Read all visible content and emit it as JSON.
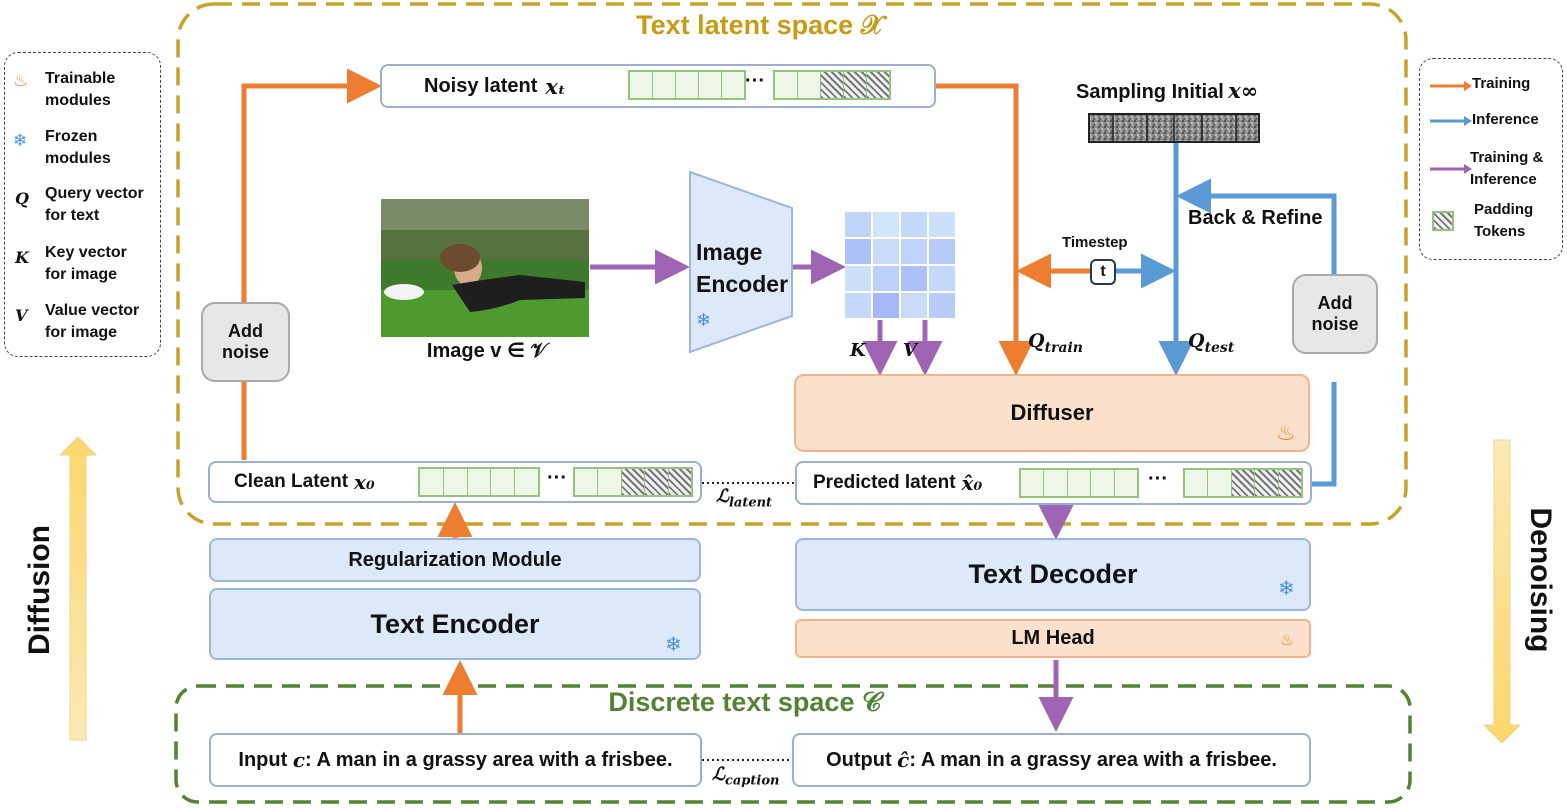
{
  "colors": {
    "training": "#ed7d31",
    "inference": "#5b9bd5",
    "training_inference": "#a064b4",
    "latent_frame": "#c9a227",
    "discrete_frame": "#548235"
  },
  "text_latent_space": {
    "title": "Text latent space 𝒳"
  },
  "discrete_text_space": {
    "title": "Discrete text space 𝒞"
  },
  "noisy_latent": {
    "label": "Noisy latent",
    "symbol": "xₜ",
    "ellipsis": "···"
  },
  "sampling_initial": {
    "label": "Sampling Initial",
    "symbol": "x∞"
  },
  "image": {
    "caption": "Image v ∈ 𝒱"
  },
  "image_encoder": {
    "line1": "Image",
    "line2": "Encoder"
  },
  "kv": {
    "k": "K",
    "v": "V"
  },
  "timestep": {
    "label": "Timestep",
    "t": "t"
  },
  "q_train": "Q",
  "q_train_sub": "train",
  "q_test": "Q",
  "q_test_sub": "test",
  "back_refine": "Back & Refine",
  "add_noise_left": {
    "line1": "Add",
    "line2": "noise"
  },
  "add_noise_right": {
    "line1": "Add",
    "line2": "noise"
  },
  "diffuser": {
    "label": "Diffuser"
  },
  "clean_latent": {
    "label": "Clean Latent",
    "symbol": "x₀",
    "ellipsis": "···"
  },
  "predicted_latent": {
    "label": "Predicted latent",
    "symbol": "x̂₀",
    "ellipsis": "···"
  },
  "loss_latent": {
    "symbol": "ℒ",
    "sub": "latent"
  },
  "loss_caption": {
    "symbol": "ℒ",
    "sub": "caption"
  },
  "regularization_module": "Regularization Module",
  "text_encoder": "Text Encoder",
  "text_decoder": "Text Decoder",
  "lm_head": "LM Head",
  "input_caption": {
    "prefix": "Input",
    "symbol": "c",
    "text": ": A man in a grassy area with a frisbee."
  },
  "output_caption": {
    "prefix": "Output",
    "symbol": "ĉ",
    "text": ": A man in a grassy area with a frisbee."
  },
  "side_labels": {
    "diffusion": "Diffusion",
    "denoising": "Denoising"
  },
  "legend_left": [
    {
      "icon": "flame-icon",
      "symbol": "",
      "line1": "Trainable",
      "line2": "modules"
    },
    {
      "icon": "snowflake-icon",
      "symbol": "",
      "line1": "Frozen",
      "line2": "modules"
    },
    {
      "icon": "",
      "symbol": "Q",
      "line1": "Query vector",
      "line2": "for text"
    },
    {
      "icon": "",
      "symbol": "K",
      "line1": "Key vector",
      "line2": "for image"
    },
    {
      "icon": "",
      "symbol": "V",
      "line1": "Value vector",
      "line2": "for image"
    }
  ],
  "legend_right": [
    {
      "icon": "orange-arrow-icon",
      "line1": "Training",
      "line2": ""
    },
    {
      "icon": "blue-arrow-icon",
      "line1": "Inference",
      "line2": ""
    },
    {
      "icon": "purple-arrow-icon",
      "line1": "Training &",
      "line2": "Inference"
    },
    {
      "icon": "padding-token-icon",
      "line1": "Padding",
      "line2": "Tokens"
    }
  ],
  "kv_matrix": [
    [
      0.35,
      0.15,
      0.3,
      0.2
    ],
    [
      0.6,
      0.25,
      0.35,
      0.45
    ],
    [
      0.2,
      0.4,
      0.6,
      0.3
    ],
    [
      0.3,
      0.7,
      0.25,
      0.45
    ]
  ]
}
